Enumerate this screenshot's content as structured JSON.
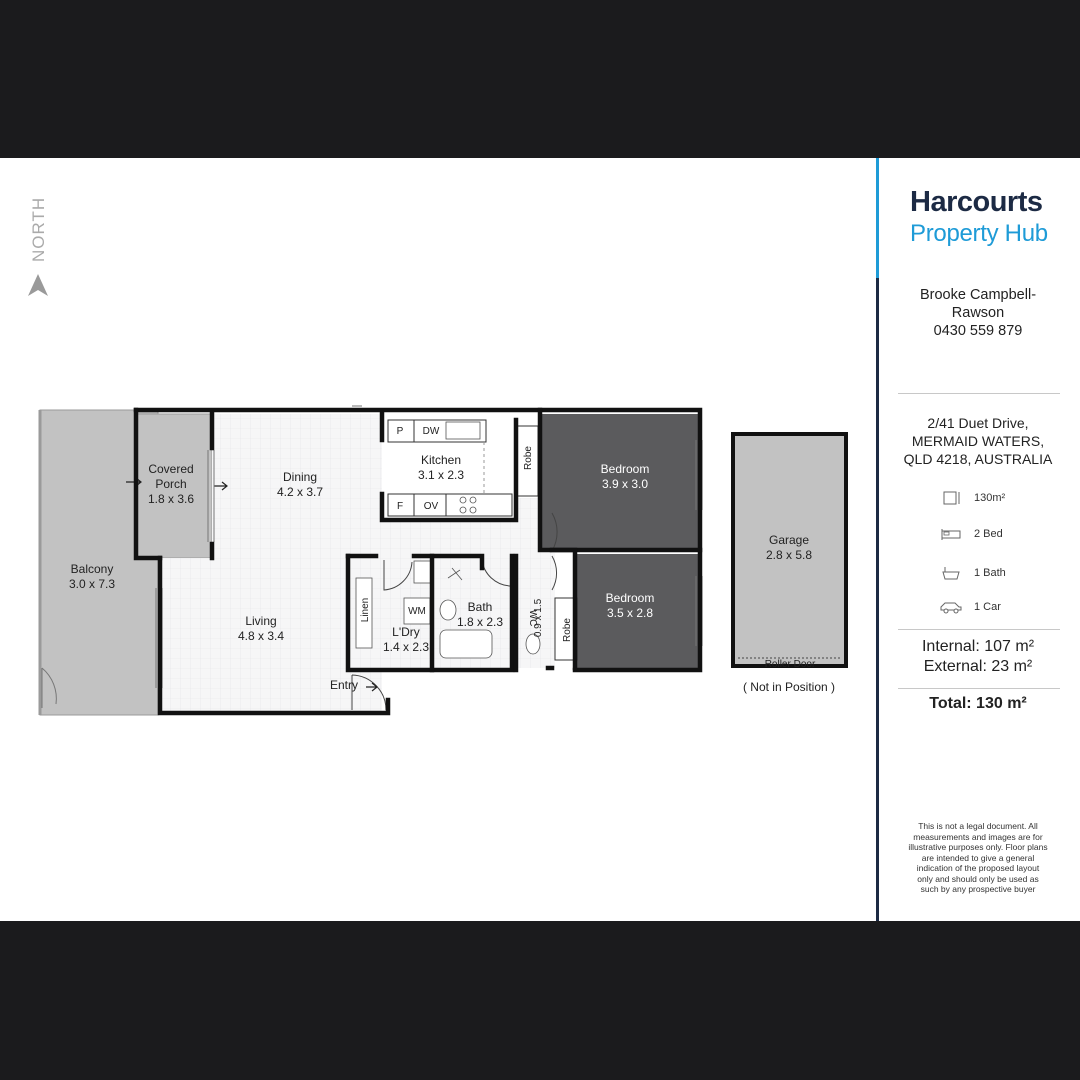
{
  "compass": {
    "label": "NORTH"
  },
  "rooms": {
    "balcony": {
      "name": "Balcony",
      "dims": "3.0 x 7.3"
    },
    "covered_porch": {
      "name": "Covered Porch",
      "name_line1": "Covered",
      "name_line2": "Porch",
      "dims": "1.8 x 3.6"
    },
    "dining": {
      "name": "Dining",
      "dims": "4.2 x 3.7"
    },
    "kitchen": {
      "name": "Kitchen",
      "dims": "3.1 x 2.3"
    },
    "living": {
      "name": "Living",
      "dims": "4.8 x 3.4"
    },
    "laundry": {
      "name": "L'Dry",
      "dims": "1.4 x 2.3"
    },
    "bath": {
      "name": "Bath",
      "dims": "1.8 x 2.3"
    },
    "wc": {
      "name": "WC",
      "dims": "0.9 x 1.5"
    },
    "bedroom1": {
      "name": "Bedroom",
      "dims": "3.9 x 3.0"
    },
    "bedroom2": {
      "name": "Bedroom",
      "dims": "3.5 x 2.8"
    },
    "garage": {
      "name": "Garage",
      "dims": "2.8 x 5.8"
    }
  },
  "fixtures": {
    "pantry": "P",
    "dishwasher": "DW",
    "fridge": "F",
    "oven": "OV",
    "washing_machine": "WM",
    "linen": "Linen",
    "robe1": "Robe",
    "robe2": "Robe",
    "roller_door": "Roller Door",
    "entry": "Entry"
  },
  "garage_note": "( Not in Position )",
  "brand": {
    "name": "Harcourts",
    "sub": "Property Hub",
    "accent": "#1e9bd7",
    "navy": "#1c2a44"
  },
  "agent": {
    "name_line1": "Brooke Campbell-",
    "name_line2": "Rawson",
    "phone": "0430 559 879"
  },
  "address": {
    "line1": "2/41 Duet Drive,",
    "line2": "MERMAID WATERS,",
    "line3": "QLD 4218, AUSTRALIA"
  },
  "features": {
    "area": {
      "icon": "floor-area-icon",
      "label": "130m²"
    },
    "bed": {
      "icon": "bed-icon",
      "label": "2 Bed"
    },
    "bath": {
      "icon": "bath-icon",
      "label": "1 Bath"
    },
    "car": {
      "icon": "car-icon",
      "label": "1 Car"
    }
  },
  "areas": {
    "internal": "Internal: 107 m²",
    "external": "External: 23 m²",
    "total": "Total: 130 m²"
  },
  "disclaimer": [
    "This is not a legal document. All",
    "measurements and images are for",
    "illustrative purposes only. Floor plans",
    "are intended to give a general",
    "indication of the proposed layout",
    "only and should only be used as",
    "such by any prospective buyer"
  ]
}
